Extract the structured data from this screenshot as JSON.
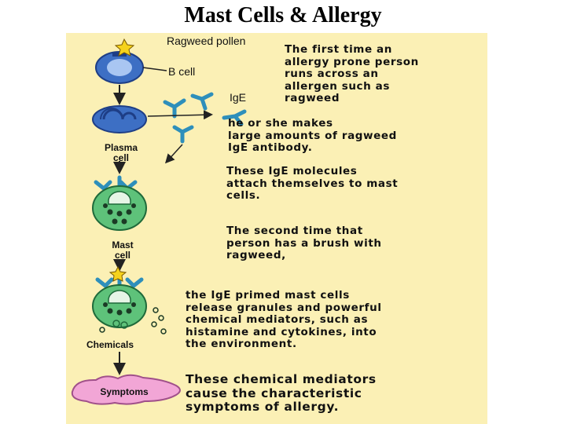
{
  "title": "Mast Cells & Allergy",
  "labels": {
    "ragweed_pollen": "Ragweed pollen",
    "b_cell": "B cell",
    "ige": "IgE",
    "plasma_cell": "Plasma cell",
    "mast_cell": "Mast cell",
    "chemicals": "Chemicals",
    "symptoms": "Symptoms"
  },
  "text": {
    "step1": "The first time an\nallergy prone person\nruns across an\nallergen such as\nragweed",
    "step2": "he or she makes\nlarge amounts of ragweed\nIgE antibody.",
    "step3": "These IgE molecules\nattach themselves to mast\ncells.",
    "step4": "The second time that\nperson has a brush with\nragweed,",
    "step5": "the IgE primed mast cells\nrelease granules and powerful\nchemical mediators, such as\nhistamine and cytokines, into\nthe environment.",
    "step6": "These chemical mediators\ncause the characteristic\nsymptoms of allergy."
  },
  "colors": {
    "panel": "#fbf0b5",
    "b_cell": "#4a7fd4",
    "mast_cell": "#5ec27a",
    "antibody": "#3aa0c8",
    "symptoms": "#f2a6d6",
    "pollen": "#f5d21c"
  }
}
